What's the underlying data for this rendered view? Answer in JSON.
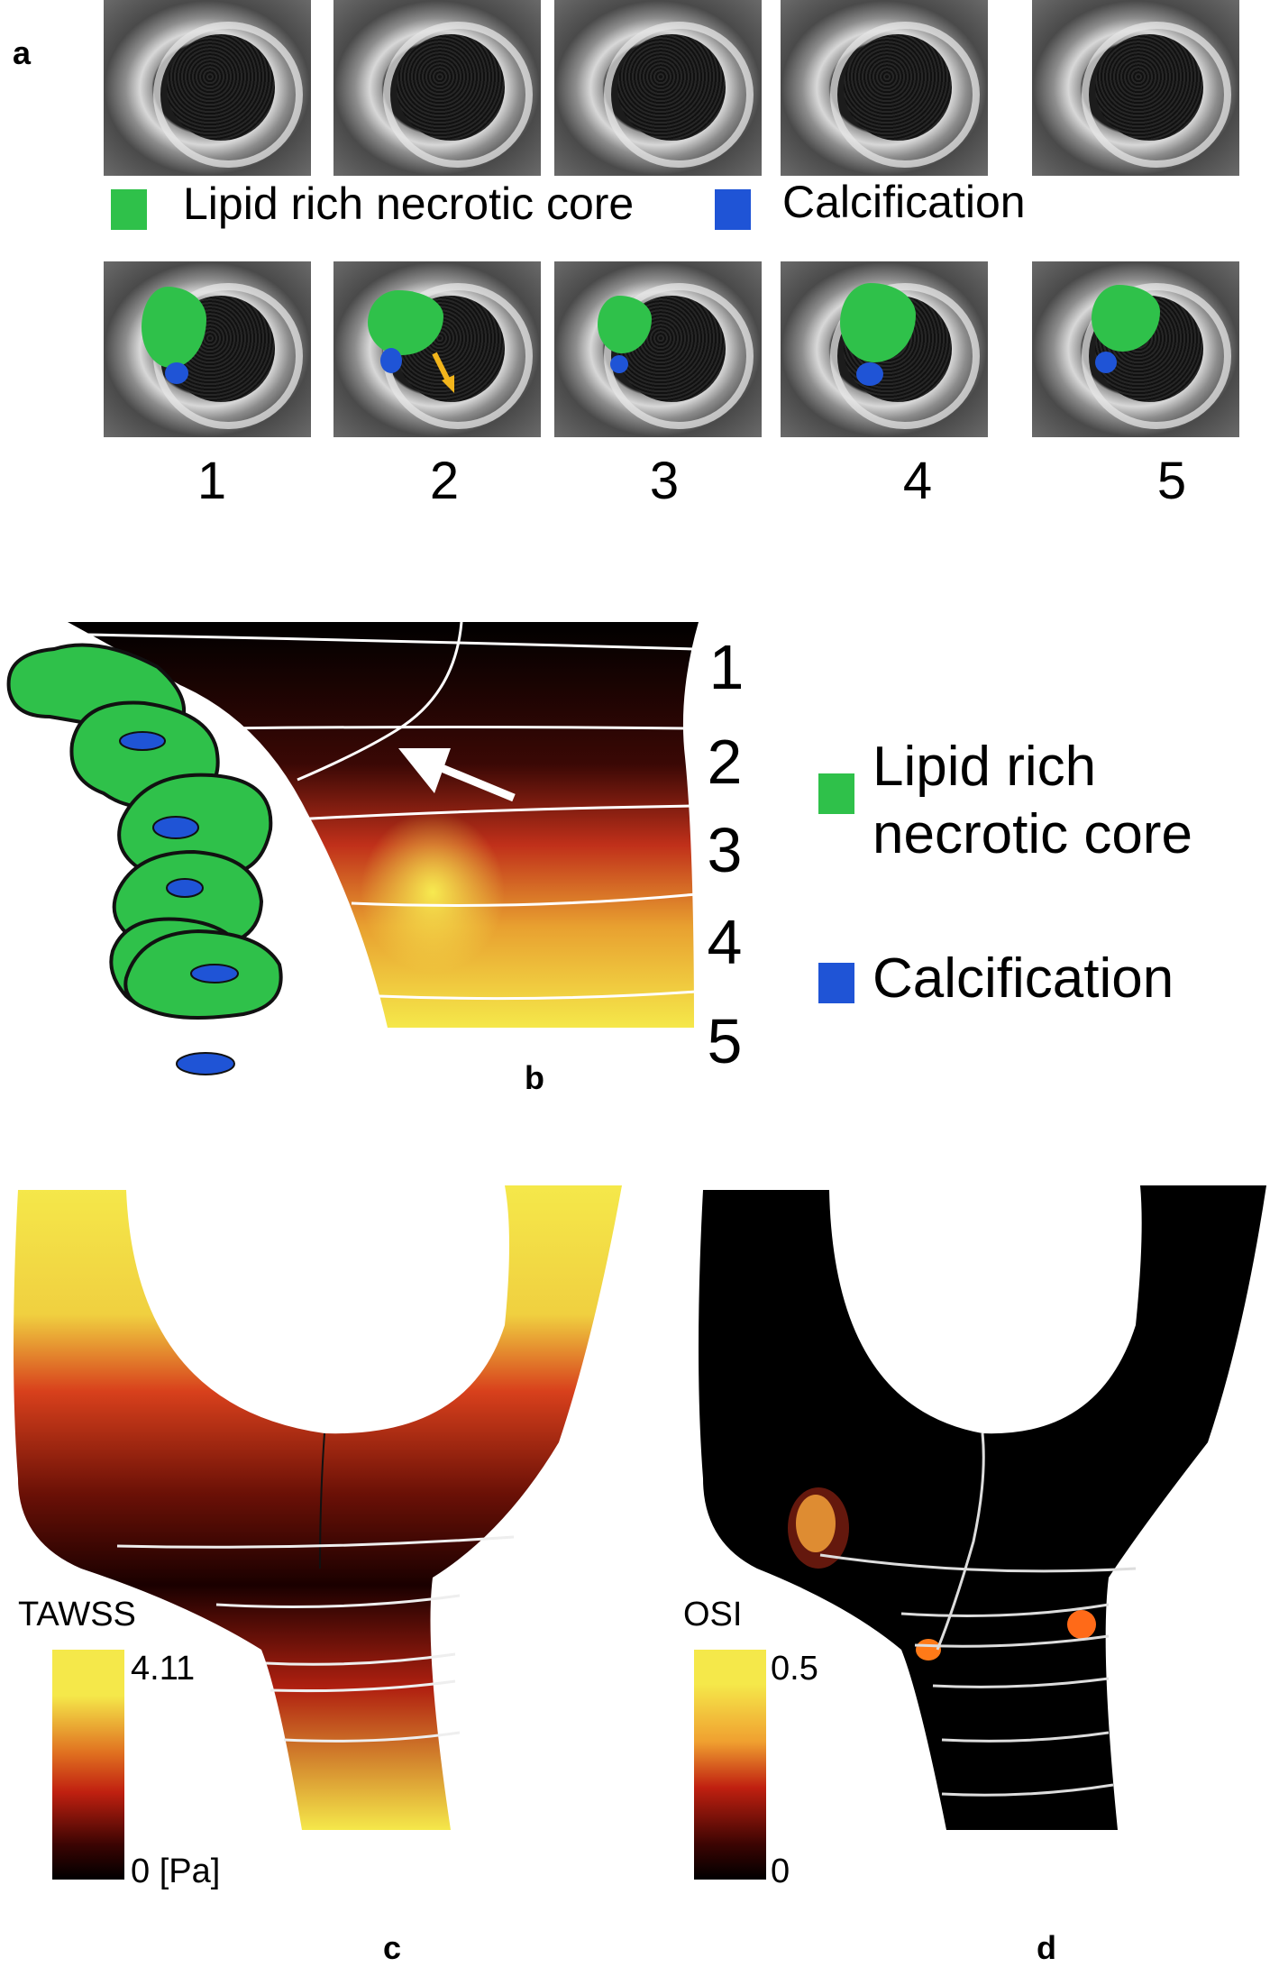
{
  "panels": {
    "a": "a",
    "b": "b",
    "c": "c",
    "d": "d"
  },
  "panel_a": {
    "legend": {
      "lipid_label": "Lipid rich necrotic core",
      "calcification_label": "Calcification"
    },
    "slice_numbers": [
      "1",
      "2",
      "3",
      "4",
      "5"
    ]
  },
  "panel_b": {
    "slice_numbers": [
      "1",
      "2",
      "3",
      "4",
      "5"
    ],
    "legend": {
      "lipid_line1": "Lipid rich",
      "lipid_line2": "necrotic core",
      "calcification_label": "Calcification"
    }
  },
  "panel_c": {
    "colorbar": {
      "title": "TAWSS",
      "max": "4.11",
      "min": "0 [Pa]"
    }
  },
  "panel_d": {
    "colorbar": {
      "title": "OSI",
      "max": "0.5",
      "min": "0"
    }
  },
  "colors": {
    "lipid": "#2fc14a",
    "calcification": "#1f54d6",
    "map_high": "#f5e84a",
    "map_mid": "#d8341a",
    "map_low": "#000000"
  }
}
